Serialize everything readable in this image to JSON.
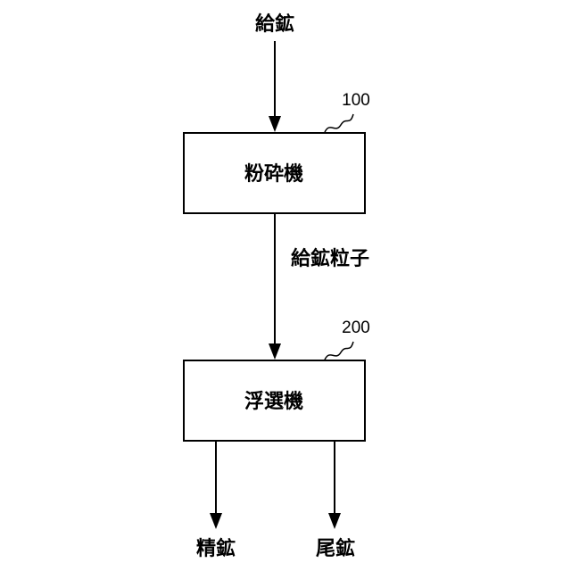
{
  "nodes": {
    "feed": {
      "label": "給鉱"
    },
    "crusher": {
      "label": "粉砕機",
      "ref": "100"
    },
    "particles": {
      "label": "給鉱粒子"
    },
    "flotation": {
      "label": "浮選機",
      "ref": "200"
    },
    "concentrate": {
      "label": "精鉱"
    },
    "tailings": {
      "label": "尾鉱"
    }
  },
  "colors": {
    "stroke": "#000000",
    "fill": "#ffffff"
  }
}
